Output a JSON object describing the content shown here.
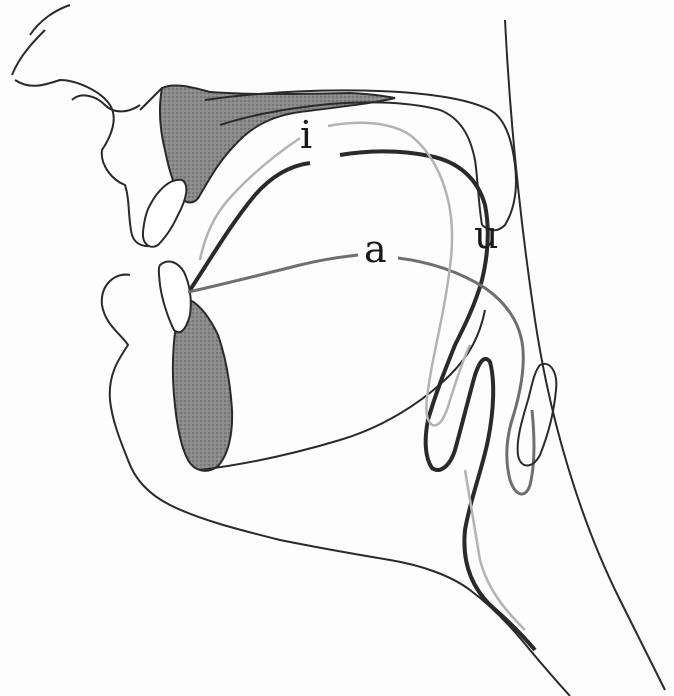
{
  "figure": {
    "labels": {
      "vowel_i": "i",
      "vowel_a": "a",
      "vowel_u": "u"
    },
    "colors": {
      "outline": "#2a2a2a",
      "tongue_i": "#2a2a2a",
      "tongue_a": "#7a7a7a",
      "tongue_u": "#b3b3b3",
      "shading": "#7d7d7d"
    }
  }
}
